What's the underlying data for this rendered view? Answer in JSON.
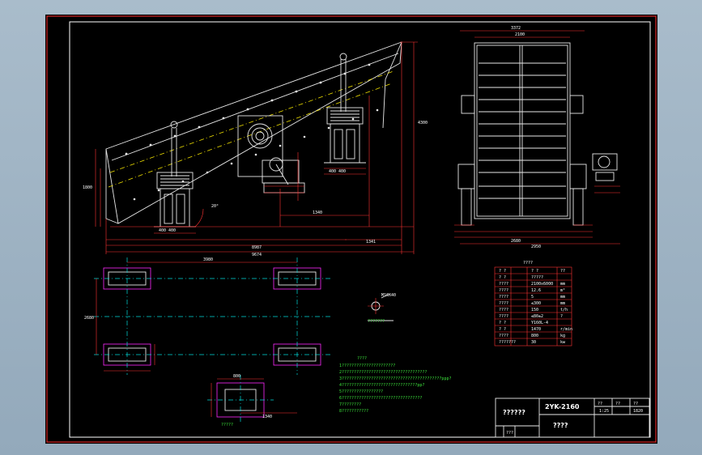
{
  "notes": {
    "title": "????",
    "lines": [
      "1??????????????????????",
      "2???????????????????????????????????",
      "3?????????????????????????????????????????ppp?",
      "4???????????????????????????????pp?",
      "5?????????????????",
      "6?????????????????????????????????",
      "7????????",
      "8???????????"
    ]
  },
  "plan_labels": {
    "motor_foundation": "?????",
    "pin_detail": "???????",
    "pin_size": "M16X40"
  },
  "param_table": {
    "title": "????",
    "rows": [
      {
        "name": "? ?",
        "value": "? ?",
        "unit": "??"
      },
      {
        "name": "? ?",
        "value": "?????",
        "unit": ""
      },
      {
        "name": "????",
        "value": "2100x6000",
        "unit": "mm"
      },
      {
        "name": "????",
        "value": "12.6",
        "unit": "m²"
      },
      {
        "name": "????",
        "value": "5",
        "unit": "mm"
      },
      {
        "name": "????",
        "value": "≤300",
        "unit": "mm"
      },
      {
        "name": "????",
        "value": "150",
        "unit": "t/h"
      },
      {
        "name": "????",
        "value": "≤80±2",
        "unit": "?"
      },
      {
        "name": "? ?",
        "value": "Y160L-4",
        "unit": ""
      },
      {
        "name": "? ?",
        "value": "1470",
        "unit": "r/min"
      },
      {
        "name": "????",
        "value": "800",
        "unit": "kg"
      },
      {
        "name": "???????",
        "value": "30",
        "unit": "kw"
      }
    ]
  },
  "title_block": {
    "company": "??????",
    "model": "2YK-2160",
    "drawing_name": "????",
    "scale_label": "??",
    "sheet_label": "??",
    "weight_label": "??",
    "scale_value": "1:25",
    "weight_value": "1820",
    "rev_value": "???"
  },
  "dims": {
    "side_total": "8987",
    "side_overall": "9674",
    "side_right": "1341",
    "motor_offset": "1340",
    "angle": "20°",
    "height": "4300",
    "feed_height": "1800",
    "left_base": "400  400",
    "right_base": "400  400",
    "end_overall": "3372",
    "end_inner": "2100",
    "end_base": "2680",
    "end_total": "2950",
    "plan_length": "3980",
    "plan_width": "2680",
    "motor_pad": "800",
    "motor_offset_plan": "1340"
  }
}
